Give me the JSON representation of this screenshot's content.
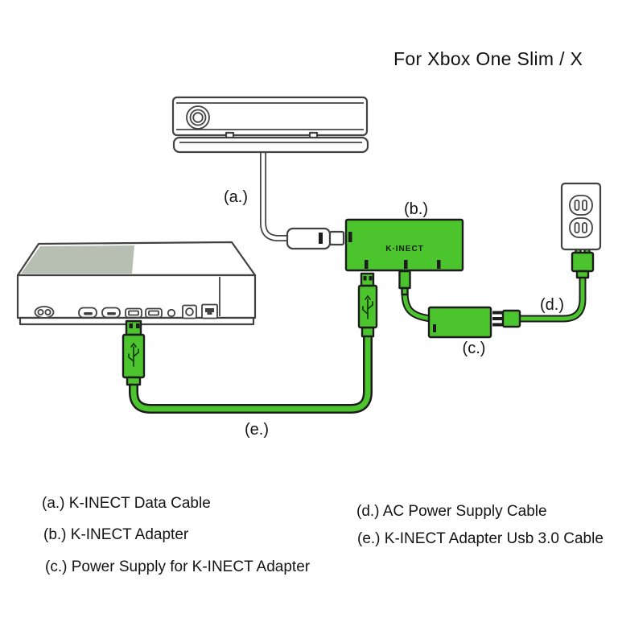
{
  "title": "For Xbox One Slim / X",
  "colors": {
    "accent_green": "#4cc42e",
    "outline_dark": "#1c1c1c",
    "outline_gray": "#424242",
    "console_top_gray": "#b6bfb2"
  },
  "diagram": {
    "adapter_text": "K·INECT",
    "callouts": {
      "a": "(a.)",
      "b": "(b.)",
      "c": "(c.)",
      "d": "(d.)",
      "e": "(e.)"
    }
  },
  "legend": {
    "left": [
      "(a.) K-INECT Data Cable",
      "(b.) K-INECT Adapter",
      "(c.) Power Supply for K-INECT Adapter"
    ],
    "right": [
      "(d.) AC Power Supply Cable",
      "(e.) K-INECT Adapter Usb 3.0 Cable"
    ]
  }
}
